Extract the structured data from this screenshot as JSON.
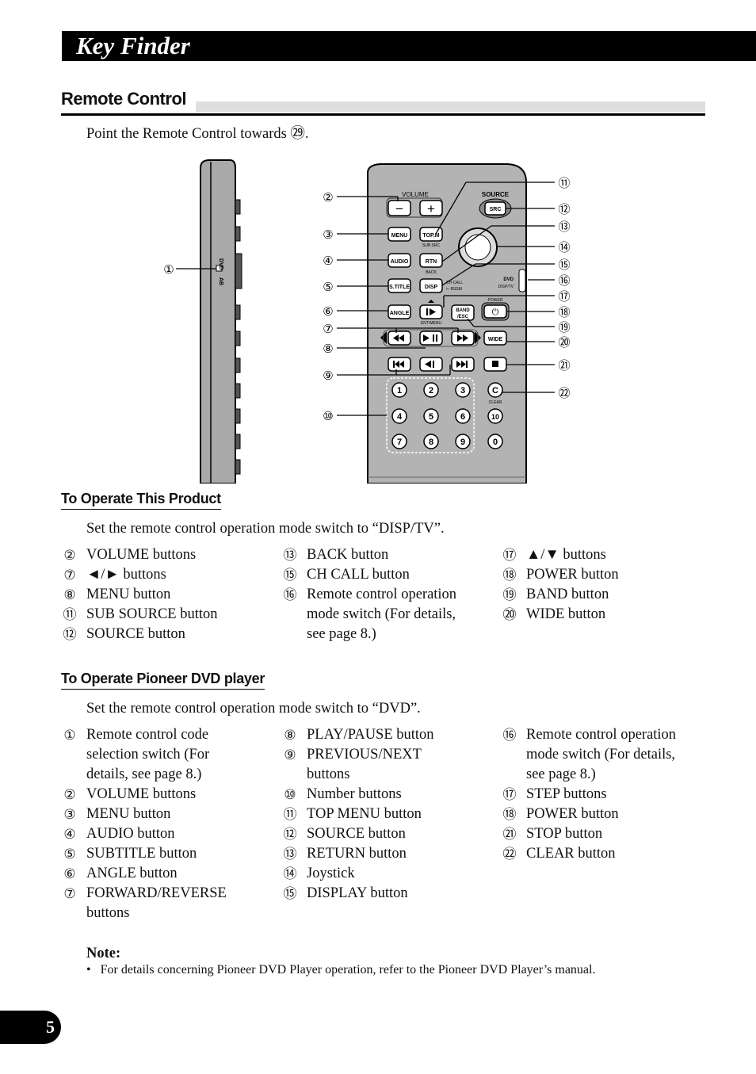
{
  "header": {
    "title": "Key Finder"
  },
  "section": {
    "title": "Remote Control",
    "intro": "Point the Remote Control towards ㉙."
  },
  "figure": {
    "side_labels": [
      "DVD",
      "AB"
    ],
    "buttons": {
      "volume_label": "VOLUME",
      "source_label": "SOURCE",
      "src": "SRC",
      "menu": "MENU",
      "top_m": "TOP.M",
      "sub_src": "SUB SRC",
      "audio": "AUDIO",
      "rtn": "RTN",
      "back": "BACK",
      "s_title": "S.TITLE",
      "disp": "DISP",
      "ch_call": "CH CALL",
      "bssm": "⊢ BSSM",
      "dvd": "DVD",
      "disp_tv": "DISP/TV",
      "angle": "ANGLE",
      "band_esc_1": "BAND",
      "band_esc_2": "/ESC",
      "ent_menu": "ENT/MENU",
      "wide": "WIDE",
      "c": "C",
      "clear": "CLEAR",
      "minus": "−",
      "plus": "+",
      "power_symbol": "⏻",
      "power_label": "POWER",
      "numbers": [
        "1",
        "2",
        "3",
        "4",
        "5",
        "6",
        "10",
        "7",
        "8",
        "9",
        "0"
      ]
    },
    "callouts": [
      "①",
      "②",
      "③",
      "④",
      "⑤",
      "⑥",
      "⑦",
      "⑧",
      "⑨",
      "⑩",
      "⑪",
      "⑫",
      "⑬",
      "⑭",
      "⑮",
      "⑯",
      "⑰",
      "⑱",
      "⑲",
      "⑳",
      "㉑",
      "㉒"
    ]
  },
  "operate_product": {
    "title": "To Operate This Product",
    "intro": "Set the remote control operation mode switch to “DISP/TV”.",
    "col1": [
      {
        "num": "②",
        "text": "VOLUME buttons"
      },
      {
        "num": "⑦",
        "text": "◄/► buttons"
      },
      {
        "num": "⑧",
        "text": "MENU button"
      },
      {
        "num": "⑪",
        "text": "SUB SOURCE button"
      },
      {
        "num": "⑫",
        "text": "SOURCE button"
      }
    ],
    "col2": [
      {
        "num": "⑬",
        "text": "BACK button"
      },
      {
        "num": "⑮",
        "text": "CH CALL button"
      },
      {
        "num": "⑯",
        "text": "Remote control operation",
        "text2": "mode switch (For details,",
        "text3": "see page 8.)"
      }
    ],
    "col3": [
      {
        "num": "⑰",
        "text": "▲/▼ buttons"
      },
      {
        "num": "⑱",
        "text": "POWER button"
      },
      {
        "num": "⑲",
        "text": "BAND button"
      },
      {
        "num": "⑳",
        "text": "WIDE button"
      }
    ]
  },
  "operate_dvd": {
    "title": "To Operate Pioneer DVD player",
    "intro": "Set the remote control operation mode switch to “DVD”.",
    "col1": [
      {
        "num": "①",
        "text": "Remote control code",
        "text2": "selection switch (For",
        "text3": "details, see page 8.)"
      },
      {
        "num": "②",
        "text": "VOLUME buttons"
      },
      {
        "num": "③",
        "text": "MENU button"
      },
      {
        "num": "④",
        "text": "AUDIO button"
      },
      {
        "num": "⑤",
        "text": "SUBTITLE button"
      },
      {
        "num": "⑥",
        "text": "ANGLE button"
      },
      {
        "num": "⑦",
        "text": "FORWARD/REVERSE",
        "text2": "buttons"
      }
    ],
    "col2": [
      {
        "num": "⑧",
        "text": "PLAY/PAUSE button"
      },
      {
        "num": "⑨",
        "text": "PREVIOUS/NEXT",
        "text2": "buttons"
      },
      {
        "num": "⑩",
        "text": "Number buttons"
      },
      {
        "num": "⑪",
        "text": "TOP MENU button"
      },
      {
        "num": "⑫",
        "text": "SOURCE button"
      },
      {
        "num": "⑬",
        "text": "RETURN button"
      },
      {
        "num": "⑭",
        "text": "Joystick"
      },
      {
        "num": "⑮",
        "text": "DISPLAY button"
      }
    ],
    "col3": [
      {
        "num": "⑯",
        "text": "Remote control operation",
        "text2": "mode switch (For details,",
        "text3": "see page 8.)"
      },
      {
        "num": "⑰",
        "text": "STEP buttons"
      },
      {
        "num": "⑱",
        "text": "POWER button"
      },
      {
        "num": "㉑",
        "text": "STOP button"
      },
      {
        "num": "㉒",
        "text": "CLEAR button"
      }
    ]
  },
  "note": {
    "title": "Note:",
    "text": "For details concerning Pioneer DVD Player operation, refer to the Pioneer DVD Player’s manual."
  },
  "page_number": "5"
}
